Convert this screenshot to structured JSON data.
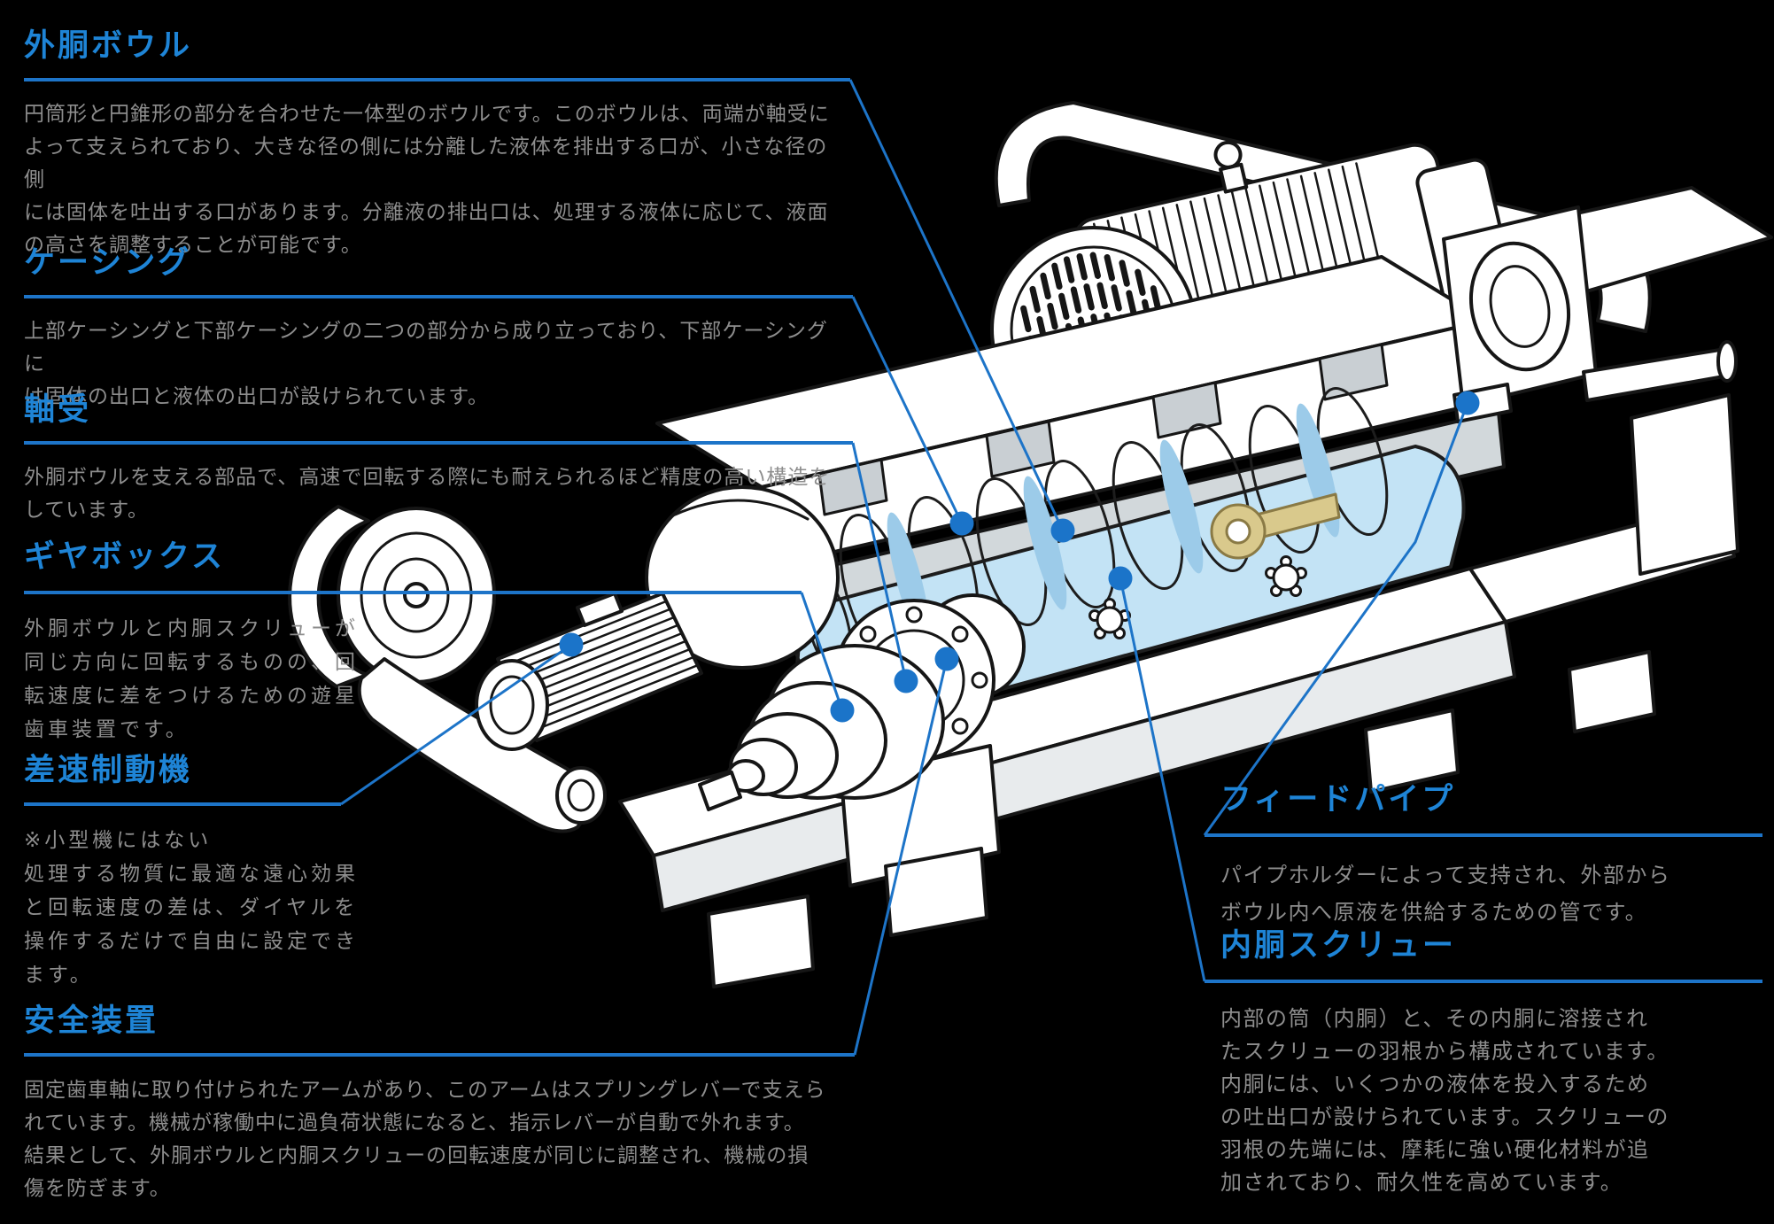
{
  "page": {
    "background": "#000000",
    "accent_blue": "#1e84d6",
    "leader_blue": "#1d74c8",
    "body_text_color": "#8d8d8d",
    "screw_highlight_color": "#c3e3f5"
  },
  "sections": {
    "outer_bowl": {
      "title": "外胴ボウル",
      "body": "円筒形と円錐形の部分を合わせた一体型のボウルです。このボウルは、両端が軸受に\nよって支えられており、大きな径の側には分離した液体を排出する口が、小さな径の側\nには固体を吐出する口があります。分離液の排出口は、処理する液体に応じて、液面\nの高さを調整することが可能です。"
    },
    "casing": {
      "title": "ケーシング",
      "body": "上部ケーシングと下部ケーシングの二つの部分から成り立っており、下部ケーシングに\nは固体の出口と液体の出口が設けられています。"
    },
    "bearing": {
      "title": "軸受",
      "body": "外胴ボウルを支える部品で、高速で回転する際にも耐えられるほど精度の高い構造を\nしています。"
    },
    "gearbox": {
      "title": "ギヤボックス",
      "body": "外胴ボウルと内胴スクリューが\n同じ方向に回転するものの、回\n転速度に差をつけるための遊星\n歯車装置です。"
    },
    "brake": {
      "title": "差速制動機",
      "body": "※小型機にはない\n処理する物質に最適な遠心効果\nと回転速度の差は、ダイヤルを\n操作するだけで自由に設定でき\nます。"
    },
    "safety": {
      "title": "安全装置",
      "body": "固定歯車軸に取り付けられたアームがあり、このアームはスプリングレバーで支えら\nれています。機械が稼働中に過負荷状態になると、指示レバーが自動で外れます。\n結果として、外胴ボウルと内胴スクリューの回転速度が同じに調整され、機械の損\n傷を防ぎます。"
    },
    "feedpipe": {
      "title": "フィードパイプ",
      "body": "パイプホルダーによって支持され、外部から\nボウル内へ原液を供給するための管です。"
    },
    "inner_screw": {
      "title": "内胴スクリュー",
      "body": "内部の筒（内胴）と、その内胴に溶接され\nたスクリューの羽根から構成されています。\n内胴には、いくつかの液体を投入するため\nの吐出口が設けられています。スクリューの\n羽根の先端には、摩耗に強い硬化材料が追\n加されており、耐久性を高めています。"
    }
  }
}
